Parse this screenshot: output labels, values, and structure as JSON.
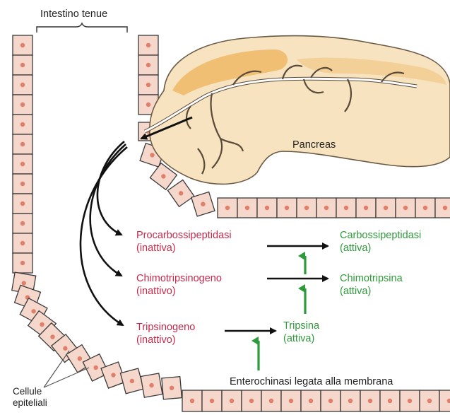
{
  "labels": {
    "intestine": "Intestino tenue",
    "pancreas": "Pancreas",
    "epithelial_line1": "Cellule",
    "epithelial_line2": "epiteliali",
    "enterokinase": "Enterochinasi legata alla membrana"
  },
  "zymogens": [
    {
      "name": "Procarbossipeptidasi",
      "state": "(inattiva)"
    },
    {
      "name": "Chimotripsinogeno",
      "state": "(inattivo)"
    },
    {
      "name": "Tripsinogeno",
      "state": "(inattivo)"
    }
  ],
  "active_enzymes": [
    {
      "name": "Carbossipeptidasi",
      "state": "(attiva)"
    },
    {
      "name": "Chimotripsina",
      "state": "(attiva)"
    },
    {
      "name": "Tripsina",
      "state": "(attiva)"
    }
  ],
  "colors": {
    "inactive": "#c8284a",
    "active": "#2e9a3a",
    "cell_fill": "#f6d7cb",
    "nucleus": "#e07f6a",
    "pancreas": "#f7e3bf",
    "pancreas_core": "#eeb866"
  }
}
